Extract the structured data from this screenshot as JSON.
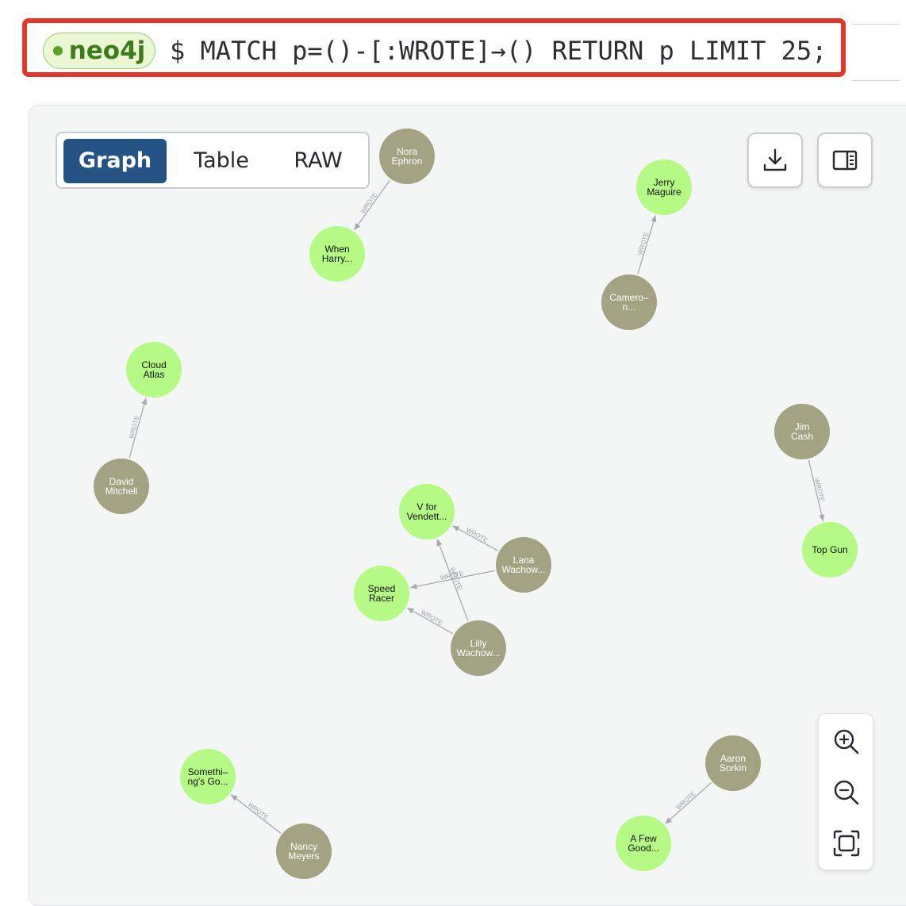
{
  "query": {
    "database": "neo4j",
    "prompt_symbol": "$",
    "text": "MATCH p=()-[:WROTE]→() RETURN p LIMIT 25;"
  },
  "view_tabs": [
    {
      "label": "Graph",
      "active": true
    },
    {
      "label": "Table",
      "active": false
    },
    {
      "label": "RAW",
      "active": false
    }
  ],
  "toolbar": {
    "download_icon": "download-icon",
    "sidebar_icon": "sidebar-toggle-icon"
  },
  "zoom_controls": {
    "zoom_in_icon": "zoom-in-icon",
    "zoom_out_icon": "zoom-out-icon",
    "fit_icon": "fit-to-screen-icon"
  },
  "colors": {
    "person_node": "#a3a283",
    "movie_node": "#b4fa84",
    "relationship": "#a6aab0",
    "accent": "#265385",
    "highlight_border": "#e3372a"
  },
  "graph": {
    "relationship_type": "WROTE",
    "people": [
      {
        "id": "p1",
        "label": [
          "Nora",
          "Ephron"
        ]
      },
      {
        "id": "p2",
        "label": [
          "Camero–",
          "n..."
        ]
      },
      {
        "id": "p3",
        "label": [
          "David",
          "Mitchell"
        ]
      },
      {
        "id": "p4",
        "label": [
          "Jim",
          "Cash"
        ]
      },
      {
        "id": "p5",
        "label": [
          "Lana",
          "Wachow..."
        ]
      },
      {
        "id": "p6",
        "label": [
          "Lilly",
          "Wachow..."
        ]
      },
      {
        "id": "p7",
        "label": [
          "Aaron",
          "Sorkin"
        ]
      },
      {
        "id": "p8",
        "label": [
          "Nancy",
          "Meyers"
        ]
      }
    ],
    "movies": [
      {
        "id": "m1",
        "label": [
          "When",
          "Harry..."
        ]
      },
      {
        "id": "m2",
        "label": [
          "Jerry",
          "Maguire"
        ]
      },
      {
        "id": "m3",
        "label": [
          "Cloud",
          "Atlas"
        ]
      },
      {
        "id": "m4",
        "label": [
          "Top Gun"
        ]
      },
      {
        "id": "m5",
        "label": [
          "V for",
          "Vendett..."
        ]
      },
      {
        "id": "m6",
        "label": [
          "Speed",
          "Racer"
        ]
      },
      {
        "id": "m7",
        "label": [
          "A Few",
          "Good..."
        ]
      },
      {
        "id": "m8",
        "label": [
          "Somethi–",
          "ng's Go..."
        ]
      }
    ],
    "relationships": [
      {
        "from": "p1",
        "to": "m1",
        "label": "WROTE"
      },
      {
        "from": "p2",
        "to": "m2",
        "label": "WROTE"
      },
      {
        "from": "p3",
        "to": "m3",
        "label": "WROTE"
      },
      {
        "from": "p4",
        "to": "m4",
        "label": "WROTE"
      },
      {
        "from": "p5",
        "to": "m5",
        "label": "WROTE"
      },
      {
        "from": "p5",
        "to": "m6",
        "label": "WROTE"
      },
      {
        "from": "p6",
        "to": "m5",
        "label": "WROTE"
      },
      {
        "from": "p6",
        "to": "m6",
        "label": "WROTE"
      },
      {
        "from": "p7",
        "to": "m7",
        "label": "WROTE"
      },
      {
        "from": "p8",
        "to": "m8",
        "label": "WROTE"
      }
    ]
  }
}
